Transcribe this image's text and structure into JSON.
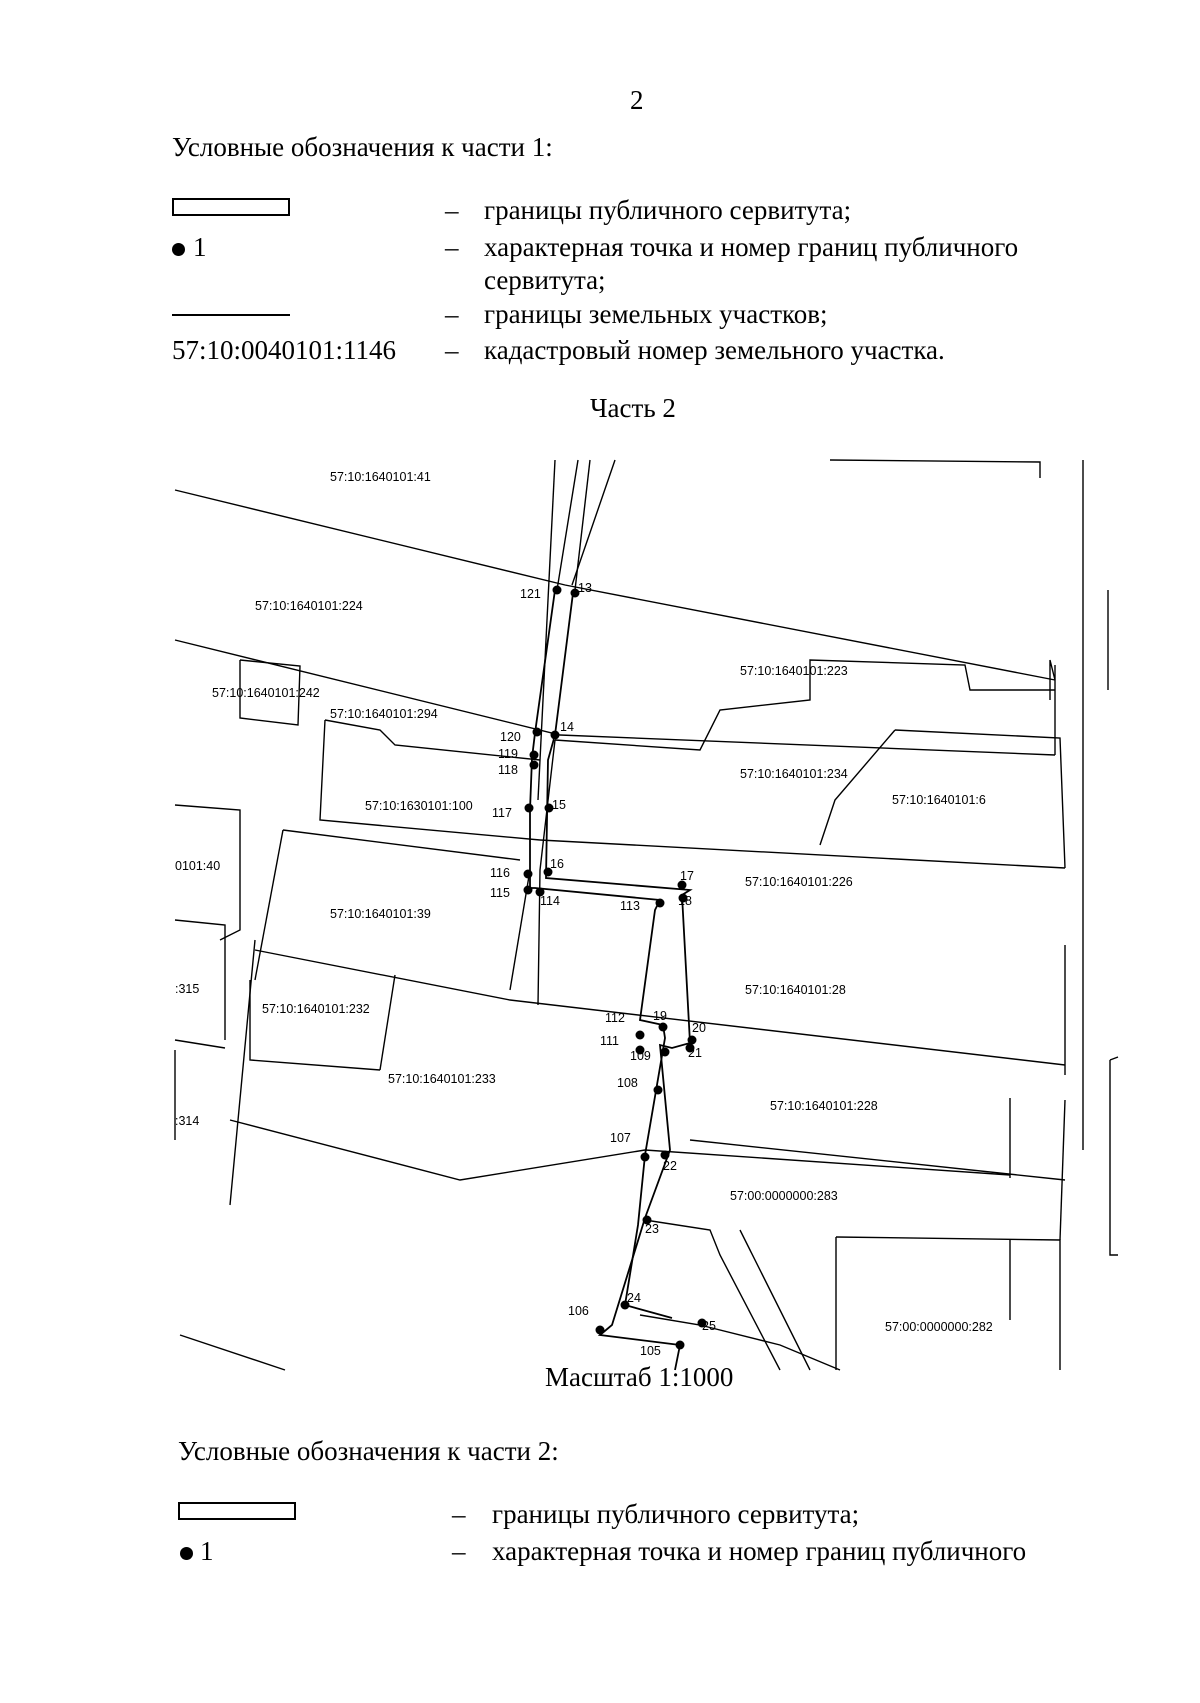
{
  "page_number": "2",
  "part1": {
    "legend_heading": "Условные обозначения к части 1:",
    "items": [
      {
        "symbol": "rectangle",
        "dash": "–",
        "text": "границы публичного сервитута;"
      },
      {
        "symbol": "dot",
        "symbol_label": "1",
        "dash": "–",
        "text_line1": "характерная точка и номер границ публичного",
        "text_line2": "сервитута;"
      },
      {
        "symbol": "line",
        "dash": "–",
        "text": "границы земельных участков;"
      },
      {
        "symbol": "cadastral-number",
        "sample": "57:10:0040101:1146",
        "dash": "–",
        "text": "кадастровый номер земельного участка."
      }
    ]
  },
  "part2": {
    "title": "Часть 2",
    "scale": "Масштаб 1:1000",
    "legend_heading": "Условные обозначения к части 2:",
    "items": [
      {
        "symbol": "rectangle",
        "dash": "–",
        "text": "границы публичного сервитута;"
      },
      {
        "symbol": "dot",
        "symbol_label": "1",
        "dash": "–",
        "text": "характерная точка и номер границ публичного"
      }
    ]
  },
  "map": {
    "parcel_labels": [
      "57:10:1640101:41",
      "57:10:1640101:224",
      "57:10:1640101:223",
      "57:10:1640101:242",
      "57:10:1640101:294",
      "57:10:1640101:234",
      "57:10:1640101:6",
      "57:10:1630101:100",
      "0101:40",
      "57:10:1640101:226",
      "57:10:1640101:39",
      ":315",
      "57:10:1640101:28",
      "57:10:1640101:232",
      "57:10:1640101:233",
      ":314",
      "57:10:1640101:228",
      "57:00:0000000:283",
      "57:00:0000000:282"
    ],
    "point_labels": [
      "121",
      "13",
      "120",
      "14",
      "119",
      "118",
      "117",
      "15",
      "116",
      "16",
      "17",
      "115",
      "114",
      "113",
      "18",
      "112",
      "19",
      "20",
      "111",
      "109",
      "21",
      "108",
      "107",
      "22",
      "23",
      "106",
      "24",
      "25",
      "105"
    ]
  }
}
